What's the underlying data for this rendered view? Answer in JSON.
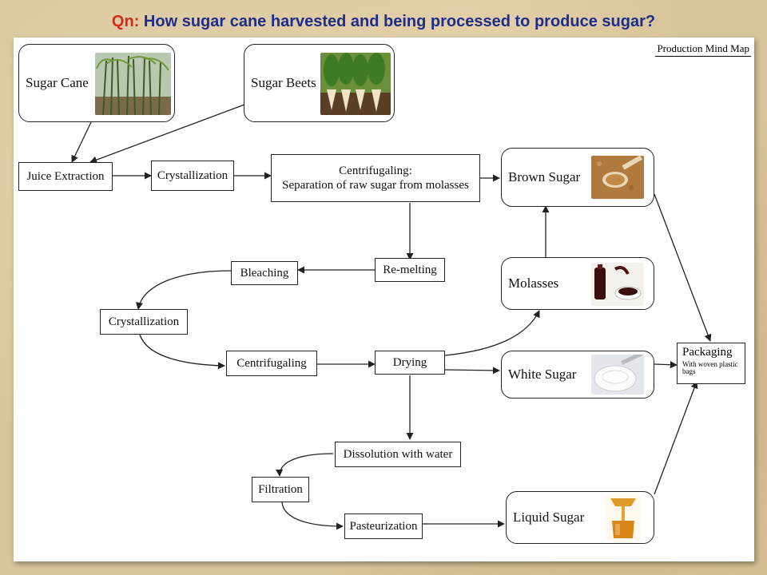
{
  "header": {
    "prefix": "Qn:",
    "question": "How sugar cane harvested and being processed to produce sugar?"
  },
  "map_label": "Production Mind Map",
  "sources": {
    "cane": "Sugar Cane",
    "beets": "Sugar Beets"
  },
  "steps": {
    "juice_extraction": "Juice Extraction",
    "crystallization_1": "Crystallization",
    "centrifugaling_1_line1": "Centrifugaling:",
    "centrifugaling_1_line2": "Separation of raw sugar from molasses",
    "re_melting": "Re-melting",
    "bleaching": "Bleaching",
    "crystallization_2": "Crystallization",
    "centrifugaling_2": "Centrifugaling",
    "drying": "Drying",
    "dissolution": "Dissolution with water",
    "filtration": "Filtration",
    "pasteurization": "Pasteurization"
  },
  "products": {
    "brown_sugar": "Brown Sugar",
    "molasses": "Molasses",
    "white_sugar": "White Sugar",
    "liquid_sugar": "Liquid Sugar"
  },
  "packaging": {
    "title": "Packaging",
    "note": "With woven plastic bags"
  },
  "icons": {
    "cane": "sugar-cane-photo",
    "beets": "sugar-beets-photo",
    "brown": "brown-sugar-spoon-photo",
    "molasses": "molasses-cup-photo",
    "white": "white-sugar-spoon-photo",
    "liquid": "liquid-sugar-pour-photo"
  },
  "colors": {
    "question": "#1f2d8a",
    "prefix": "#d42a1a",
    "background": "#d8c49a"
  }
}
